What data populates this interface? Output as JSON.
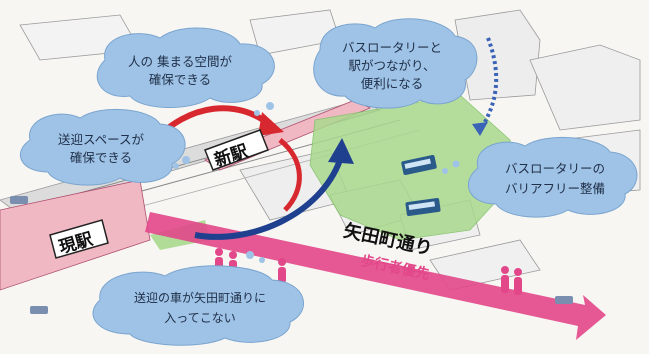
{
  "stations": {
    "new_station": "新駅",
    "current_station": "現駅"
  },
  "street": {
    "name": "矢田町通り",
    "priority": "歩行者優先"
  },
  "bubbles": {
    "gathering_space": [
      "人の 集まる空間が",
      "確保できる"
    ],
    "busrotary_connect": [
      "バスロータリーと",
      "駅がつながり、",
      "便利になる"
    ],
    "pickup_space": [
      "送迎スペースが",
      "確保できる"
    ],
    "barrier_free": [
      "バスロータリーの",
      "バリアフリー整備"
    ],
    "no_pickup_cars": [
      "送迎の車が矢田町通りに",
      "入ってこない"
    ]
  },
  "colors": {
    "pink_arrow": "#e2478a",
    "red_arrow": "#d8282f",
    "blue_arrow": "#1f3f8f",
    "bubble_fill": "#9fc3e6",
    "green_area": "#a9d98e",
    "pink_track": "#f0b8c3"
  }
}
